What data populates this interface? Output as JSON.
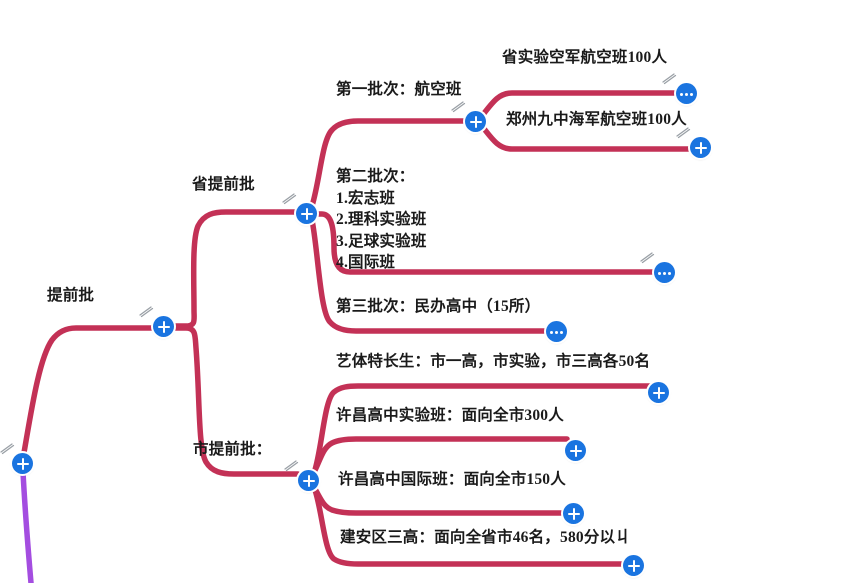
{
  "app": {
    "type": "mind-map",
    "title": "提前批"
  },
  "colors": {
    "branch_crimson": "#c33156",
    "branch_purple": "#a44de0",
    "node_blue": "#1a74e0",
    "node_inner": "#0d5ecb",
    "text": "#1a1a1a",
    "background": "#ffffff"
  },
  "nodes": {
    "root": {
      "label": "提前批",
      "icon": "plus-icon"
    },
    "offscreen_root": {
      "icon": "plus-icon"
    },
    "province": {
      "label": "省提前批",
      "icon": "plus-icon"
    },
    "city": {
      "label": "市提前批：",
      "icon": "plus-icon"
    }
  },
  "branches": {
    "province_children": [
      {
        "label": "第一批次：航空班",
        "icon": "plus-icon",
        "children": [
          {
            "label": "省实验空军航空班100人",
            "icon": "dots-icon"
          },
          {
            "label": "郑州九中海军航空班100人",
            "icon": "plus-icon"
          }
        ]
      },
      {
        "label": "第二批次：\n1.宏志班\n2.理科实验班\n3.足球实验班\n4.国际班",
        "icon": "dots-icon"
      },
      {
        "label": "第三批次：民办高中（15所）",
        "icon": "dots-icon"
      }
    ],
    "city_children": [
      {
        "label": "艺体特长生：市一高，市实验，市三高各50名",
        "icon": "plus-icon"
      },
      {
        "label": "许昌高中实验班：面向全市300人",
        "icon": "plus-icon"
      },
      {
        "label": "许昌高中国际班：面向全市150人",
        "icon": "plus-icon"
      },
      {
        "label": "建安区三高：面向全省市46名，580分以丩",
        "icon": "plus-icon"
      }
    ]
  }
}
